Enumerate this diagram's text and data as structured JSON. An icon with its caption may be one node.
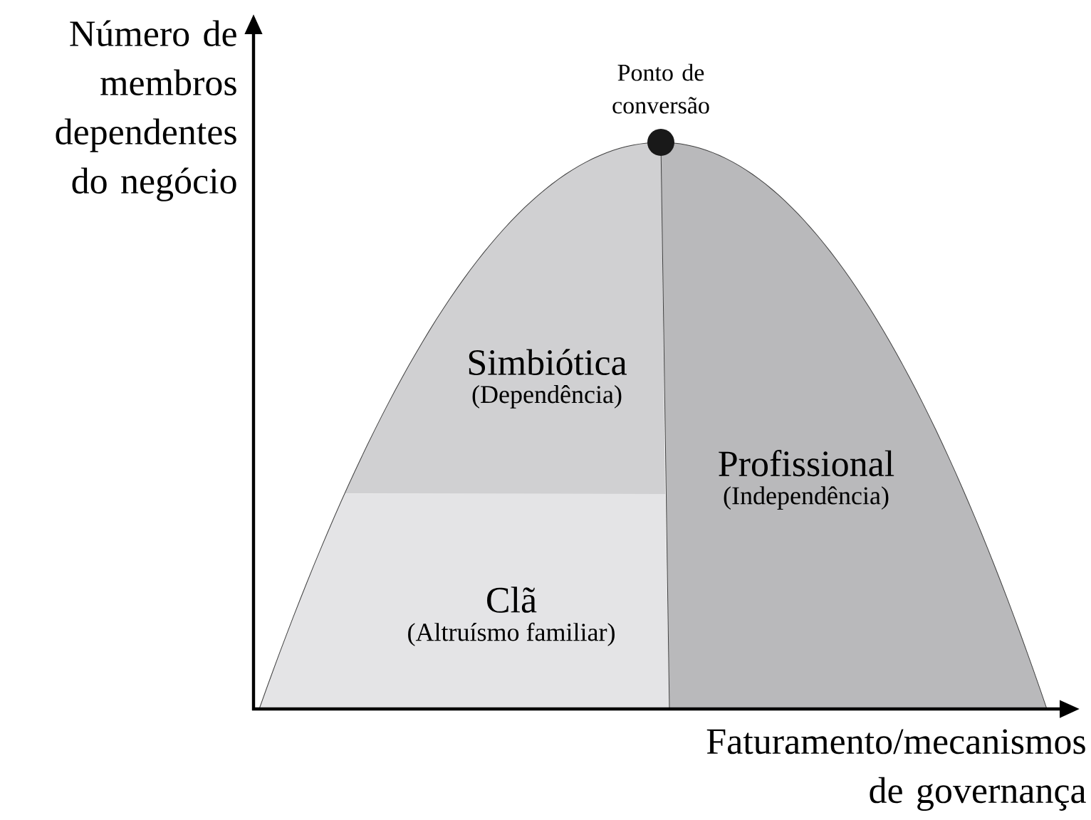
{
  "diagram": {
    "nodes": [
      {
        "text": [
          "Simbiótica",
          "(Dependência)"
        ]
      },
      {
        "text": [
          "Profissional",
          "(Independência)"
        ]
      },
      {
        "text": [
          "Clã",
          "(Altruísmo familiar)"
        ]
      }
    ],
    "labels": [
      "Número de membros dependentes do negócio",
      "Ponto de conversão",
      "Faturamento/mecanismos de governança"
    ]
  }
}
